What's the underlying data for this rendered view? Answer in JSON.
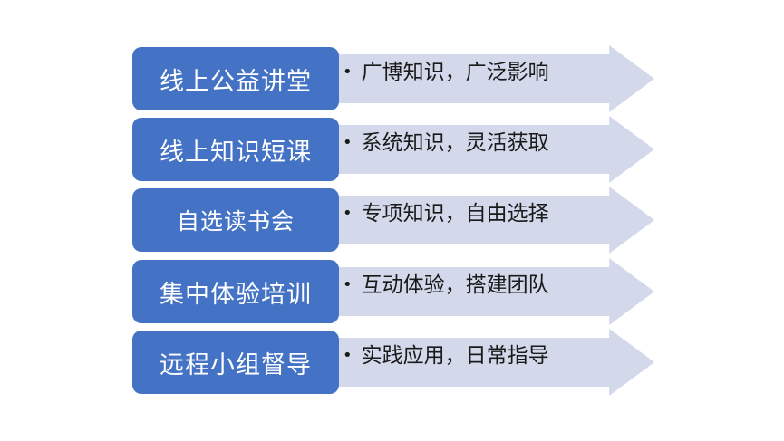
{
  "rows": [
    {
      "label": "线上公益讲堂",
      "text": "广博知识，广泛影响"
    },
    {
      "label": "线上知识短课",
      "text": "系统知识，灵活获取"
    },
    {
      "label": "自选读书会",
      "text": "专项知识，自由选择"
    },
    {
      "label": "集中体验培训",
      "text": "互动体验，搭建团队"
    },
    {
      "label": "远程小组督导",
      "text": "实践应用，日常指导"
    }
  ],
  "bullet_glyph": "•",
  "colors": {
    "box": "#4472c4",
    "arrow": "#d3d9ea",
    "box_text": "#ffffff",
    "bullet_text": "#1a1a1a"
  }
}
